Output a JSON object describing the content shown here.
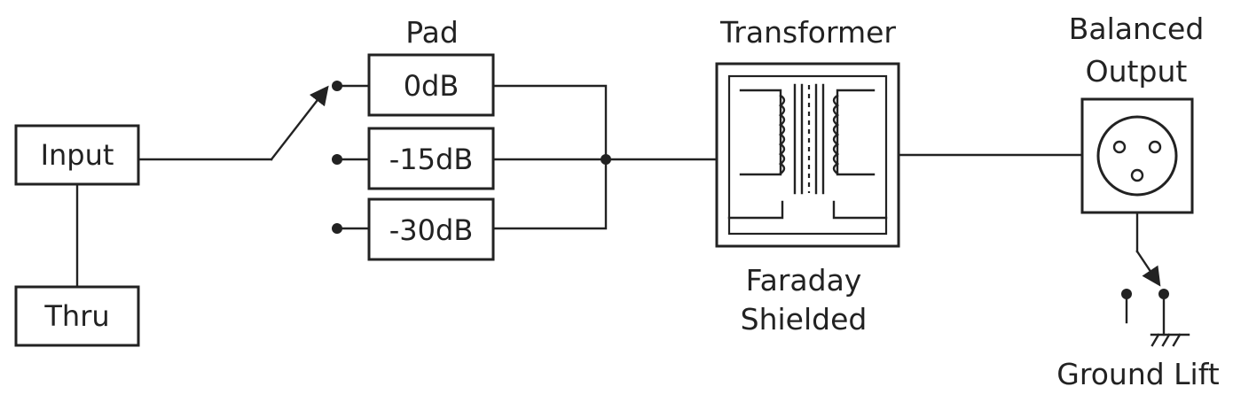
{
  "diagram": {
    "input_label": "Input",
    "thru_label": "Thru",
    "pad_title": "Pad",
    "pad_options": [
      "0dB",
      "-15dB",
      "-30dB"
    ],
    "transformer_title": "Transformer",
    "transformer_caption_line1": "Faraday",
    "transformer_caption_line2": "Shielded",
    "output_title_line1": "Balanced",
    "output_title_line2": "Output",
    "ground_lift_label": "Ground Lift",
    "icons": [
      "transformer-coil-icon",
      "xlr-connector-icon",
      "ground-icon",
      "switch-arrow-icon"
    ]
  }
}
